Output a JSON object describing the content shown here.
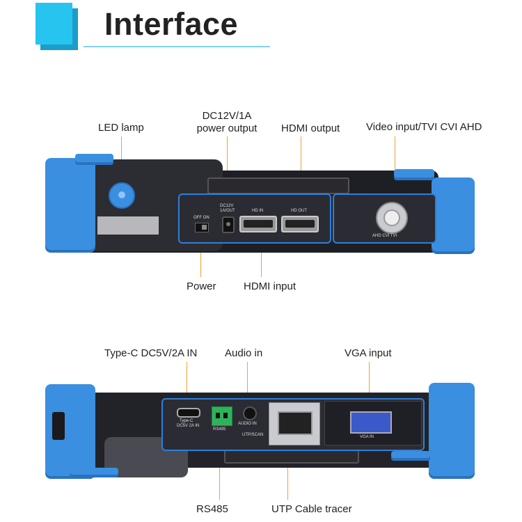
{
  "header": {
    "title": "Interface"
  },
  "top_labels": {
    "led": "LED lamp",
    "dc_line1": "DC12V/1A",
    "dc_line2": "power output",
    "hdmi_out": "HDMI output",
    "video_in": "Video input/TVI CVI AHD",
    "power": "Power",
    "hdmi_in": "HDMI input"
  },
  "top_device": {
    "switch": "OFF ON",
    "dc_line1": "DC12V",
    "dc_line2": "1A/OUT",
    "hd_in": "HD IN",
    "hd_out": "HD OUT",
    "bnc": "AHD CVI TVI"
  },
  "bottom_labels": {
    "typec": "Type-C DC5V/2A IN",
    "audio": "Audio in",
    "vga": "VGA input",
    "rs485": "RS485",
    "utp": "UTP Cable tracer"
  },
  "bottom_device": {
    "typec_line1": "Type-C",
    "typec_line2": "DC5V 2A IN",
    "rs485": "RS485",
    "audio": "AUDIO IN",
    "utp": "UTP/SCAN",
    "vga": "VGA IN"
  },
  "colors": {
    "accent": "#27c4f0",
    "bumper": "#3a8fe0",
    "callout": "#f0a030",
    "panel_border": "#2f7fd8"
  }
}
